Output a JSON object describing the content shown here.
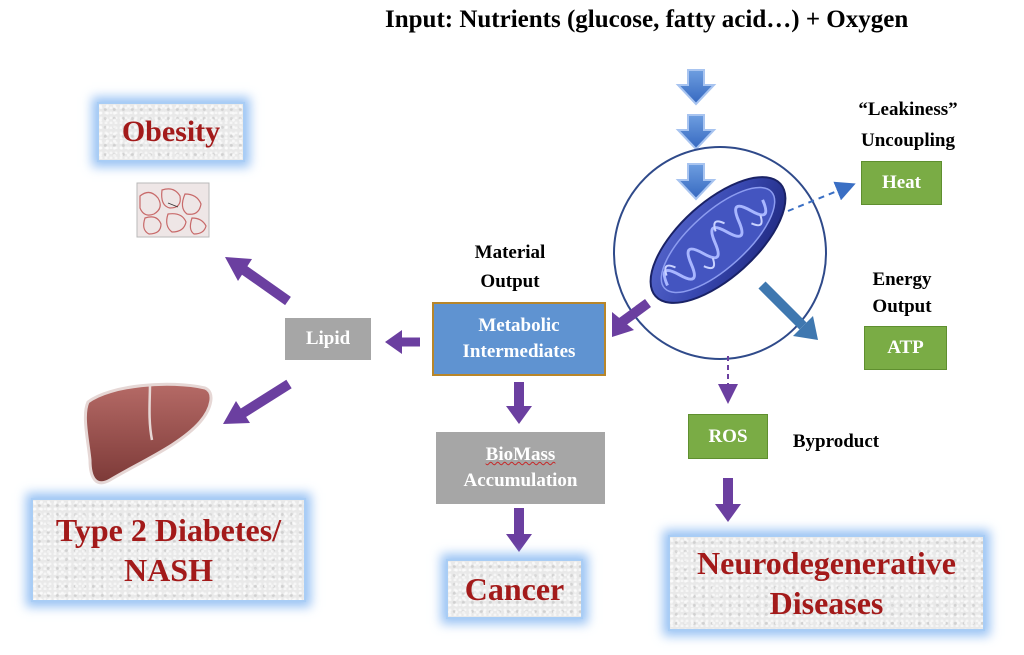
{
  "title": "Input: Nutrients (glucose, fatty acid…) + Oxygen",
  "labels": {
    "leakiness": "“Leakiness”",
    "uncoupling": "Uncoupling",
    "material_output_1": "Material",
    "material_output_2": "Output",
    "energy_output_1": "Energy",
    "energy_output_2": "Output",
    "byproduct": "Byproduct"
  },
  "boxes": {
    "heat": "Heat",
    "atp": "ATP",
    "ros": "ROS",
    "lipid": "Lipid",
    "metabolic_1": "Metabolic",
    "metabolic_2": "Intermediates",
    "biomass_1": "BioMass",
    "biomass_2": "Accumulation"
  },
  "diseases": {
    "obesity": "Obesity",
    "diabetes_1": "Type 2 Diabetes/",
    "diabetes_2": "NASH",
    "cancer": "Cancer",
    "neuro_1": "Neurodegenerative",
    "neuro_2": "Diseases"
  },
  "icons": [
    "mitochondrion-icon",
    "liver-icon",
    "adipose-tissue-icon"
  ],
  "colors": {
    "disease_text": "#a31a1a",
    "purple_arrow": "#6b3fa0",
    "blue_arrow": "#3a6fc4",
    "green_box": "#7aac45",
    "gray_box": "#a6a6a6",
    "blue_box": "#5f93d1"
  }
}
